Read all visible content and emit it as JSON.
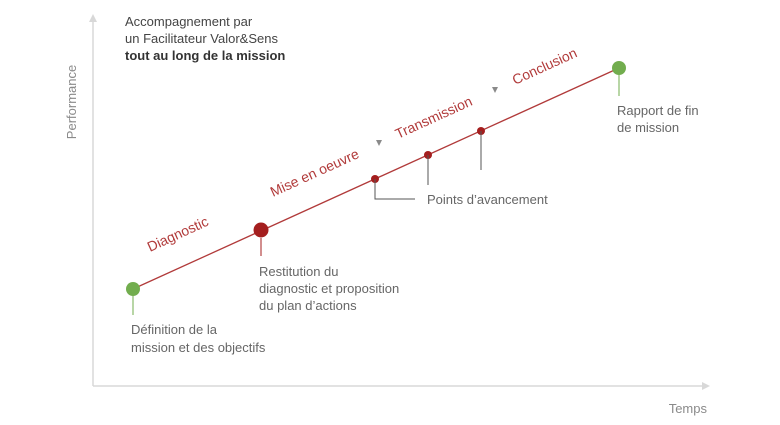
{
  "axes": {
    "y_label": "Performance",
    "x_label": "Temps"
  },
  "title": {
    "line1": "Accompagnement par",
    "line2": "un Facilitateur Valor&Sens",
    "line3": "tout au long de la mission"
  },
  "phases": {
    "diagnostic": "Diagnostic",
    "mise_en_oeuvre": "Mise en oeuvre",
    "transmission": "Transmission",
    "conclusion": "Conclusion"
  },
  "milestones": {
    "definition": [
      "Définition de la",
      "mission et des objectifs"
    ],
    "restitution": [
      "Restitution du",
      "diagnostic et proposition",
      "du plan d’actions"
    ],
    "points": [
      "Points d’avancement"
    ],
    "rapport": [
      "Rapport de fin",
      "de mission"
    ]
  },
  "colors": {
    "line": "#b13a3a",
    "green": "#72ad4e",
    "dark_red": "#a41e1e",
    "axis": "#d8d8d8"
  }
}
